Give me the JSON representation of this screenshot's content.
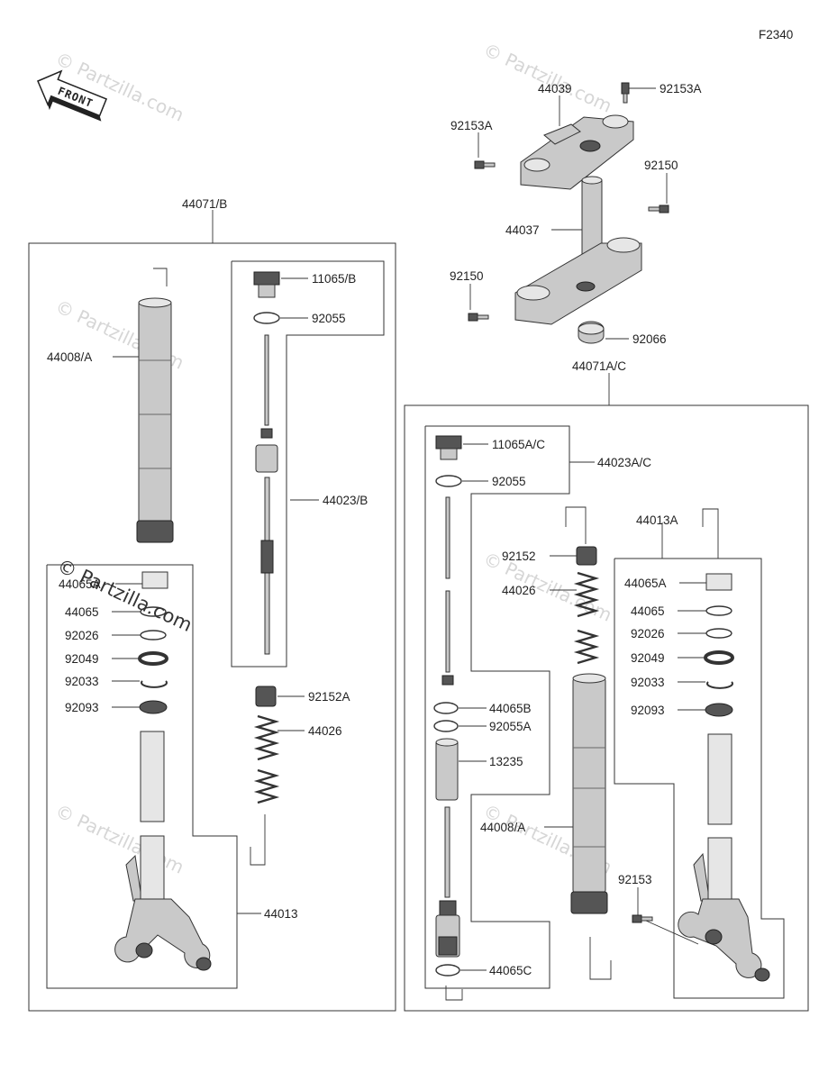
{
  "figure_code": "F2340",
  "front_label": "FRONT",
  "watermark": "© Partzilla.com",
  "labels": {
    "l44071B": "44071/B",
    "l44008A_left": "44008/A",
    "l11065B": "11065/B",
    "l92055_left": "92055",
    "l44023B": "44023/B",
    "l44065A_left": "44065A",
    "l44065_left": "44065",
    "l92026_left": "92026",
    "l92049_left": "92049",
    "l92033_left": "92033",
    "l92093_left": "92093",
    "l92152A": "92152A",
    "l44026_left": "44026",
    "l44013": "44013",
    "l44039": "44039",
    "l92153A_top": "92153A",
    "l92153A_left": "92153A",
    "l92150_right": "92150",
    "l44037": "44037",
    "l92150_left": "92150",
    "l92066": "92066",
    "l44071AC": "44071A/C",
    "l11065AC": "11065A/C",
    "l44023AC": "44023A/C",
    "l92055_right": "92055",
    "l92152": "92152",
    "l44026_right": "44026",
    "l44013A": "44013A",
    "l44065A_right": "44065A",
    "l44065_right": "44065",
    "l92026_right": "92026",
    "l92049_right": "92049",
    "l92033_right": "92033",
    "l92093_right": "92093",
    "l44065B": "44065B",
    "l92055A": "92055A",
    "l13235": "13235",
    "l44008A_right": "44008/A",
    "l92153": "92153",
    "l44065C": "44065C"
  }
}
